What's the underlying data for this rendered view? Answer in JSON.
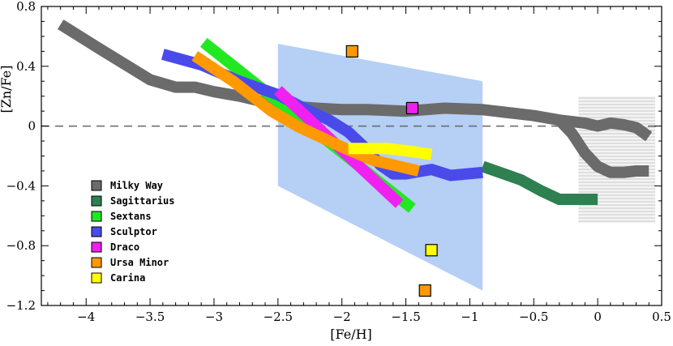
{
  "chart_data": {
    "type": "line",
    "xlabel": "[Fe/H]",
    "ylabel": "[Zn/Fe]",
    "xlim": [
      -4.35,
      0.5
    ],
    "ylim": [
      -1.2,
      0.8
    ],
    "xticks": [
      -4,
      -3.5,
      -3,
      -2.5,
      -2,
      -1.5,
      -1,
      -0.5,
      0,
      0.5
    ],
    "xtick_labels": [
      "−4",
      "−3.5",
      "−3",
      "−2.5",
      "−2",
      "−1.5",
      "−1",
      "−0.5",
      "0",
      "0.5"
    ],
    "yticks": [
      -1.2,
      -0.8,
      -0.4,
      0,
      0.4,
      0.8
    ],
    "ytick_labels": [
      "−1.2",
      "−0.8",
      "−0.4",
      "0",
      "0.4",
      "0.8"
    ],
    "reference_line_y": 0,
    "grid": false,
    "legend_position": "bottom-left",
    "shaded_regions": [
      {
        "polygon": [
          [
            -2.5,
            0.55
          ],
          [
            -0.9,
            0.3
          ],
          [
            -0.9,
            -1.1
          ],
          [
            -2.5,
            -0.4
          ]
        ],
        "color": "#b5cff5"
      },
      {
        "polygon": [
          [
            -0.15,
            0.2
          ],
          [
            0.45,
            0.2
          ],
          [
            0.45,
            -0.65
          ],
          [
            -0.15,
            -0.65
          ]
        ],
        "color": "#dcdcdc",
        "pattern": "horizontal-lines"
      }
    ],
    "series": [
      {
        "name": "Milky Way",
        "color": "#6b6b6b",
        "kind": "band",
        "x": [
          -4.2,
          -3.9,
          -3.5,
          -3.3,
          -3.15,
          -3.0,
          -2.8,
          -2.5,
          -2.2,
          -2.0,
          -1.8,
          -1.5,
          -1.2,
          -0.9,
          -0.7,
          -0.5,
          -0.3,
          -0.1,
          0.0,
          0.1,
          0.2,
          0.3,
          0.4
        ],
        "y": [
          0.68,
          0.52,
          0.31,
          0.26,
          0.26,
          0.23,
          0.2,
          0.14,
          0.12,
          0.11,
          0.11,
          0.1,
          0.12,
          0.11,
          0.09,
          0.07,
          0.04,
          0.02,
          0.0,
          0.02,
          0.01,
          -0.01,
          -0.07
        ]
      },
      {
        "name": "Milky Way (branch)",
        "color": "#6b6b6b",
        "kind": "band",
        "x": [
          -0.3,
          -0.2,
          -0.1,
          0.0,
          0.1,
          0.2,
          0.3,
          0.4
        ],
        "y": [
          0.04,
          -0.05,
          -0.18,
          -0.27,
          -0.31,
          -0.31,
          -0.3,
          -0.3
        ]
      },
      {
        "name": "Sagittarius",
        "color": "#2e8050",
        "kind": "band",
        "x": [
          -0.9,
          -0.6,
          -0.45,
          -0.3,
          0.0
        ],
        "y": [
          -0.27,
          -0.36,
          -0.43,
          -0.49,
          -0.49
        ]
      },
      {
        "name": "Sextans",
        "color": "#22e822",
        "kind": "band",
        "x": [
          -3.08,
          -1.45
        ],
        "y": [
          0.56,
          -0.55
        ]
      },
      {
        "name": "Sculptor",
        "color": "#4a4aeb",
        "kind": "band",
        "x": [
          -3.4,
          -3.1,
          -2.8,
          -2.5,
          -2.3,
          -2.1,
          -1.95,
          -1.8,
          -1.7,
          -1.6,
          -1.5,
          -1.3,
          -1.15,
          -0.9
        ],
        "y": [
          0.48,
          0.41,
          0.3,
          0.21,
          0.12,
          0.04,
          -0.04,
          -0.16,
          -0.26,
          -0.32,
          -0.32,
          -0.29,
          -0.33,
          -0.31
        ]
      },
      {
        "name": "Draco",
        "color": "#f020f0",
        "kind": "band",
        "x": [
          -2.5,
          -1.55
        ],
        "y": [
          0.24,
          -0.52
        ]
      },
      {
        "name": "Ursa Minor",
        "color": "#ff9900",
        "kind": "band",
        "x": [
          -3.15,
          -2.85,
          -2.55,
          -2.35,
          -2.0,
          -1.75,
          -1.55,
          -1.4
        ],
        "y": [
          0.47,
          0.3,
          0.1,
          0.0,
          -0.14,
          -0.23,
          -0.27,
          -0.3
        ]
      },
      {
        "name": "Carina",
        "color": "#ffff00",
        "kind": "band",
        "x": [
          -1.95,
          -1.85,
          -1.65,
          -1.45,
          -1.3
        ],
        "y": [
          -0.15,
          -0.15,
          -0.15,
          -0.17,
          -0.19
        ]
      }
    ],
    "points": [
      {
        "series": "Ursa Minor",
        "x": -1.92,
        "y": 0.5,
        "color": "#ff9900"
      },
      {
        "series": "Ursa Minor",
        "x": -1.35,
        "y": -1.1,
        "color": "#ff9900"
      },
      {
        "series": "Draco",
        "x": -1.45,
        "y": 0.12,
        "color": "#f020f0"
      },
      {
        "series": "Carina",
        "x": -1.3,
        "y": -0.83,
        "color": "#ffff00"
      }
    ],
    "legend": [
      {
        "label": "Milky Way",
        "color": "#6b6b6b"
      },
      {
        "label": "Sagittarius",
        "color": "#2e8050"
      },
      {
        "label": "Sextans",
        "color": "#22e822"
      },
      {
        "label": "Sculptor",
        "color": "#4a4aeb"
      },
      {
        "label": "Draco",
        "color": "#f020f0"
      },
      {
        "label": "Ursa Minor",
        "color": "#ff9900"
      },
      {
        "label": "Carina",
        "color": "#ffff00"
      }
    ]
  }
}
